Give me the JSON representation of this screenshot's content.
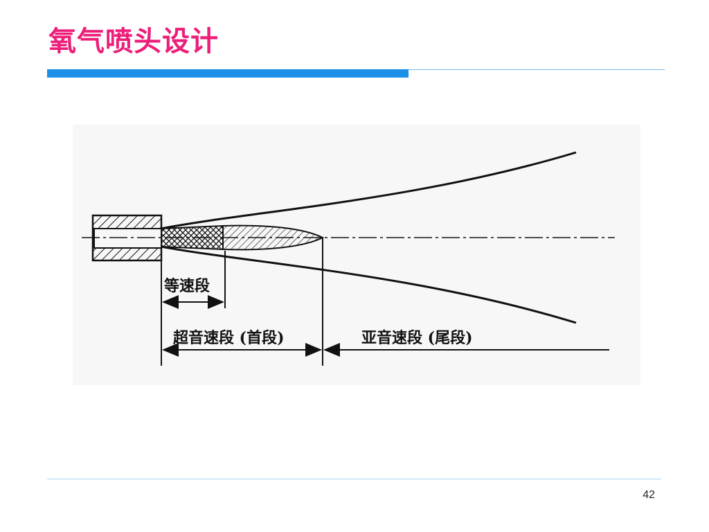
{
  "slide": {
    "title": "氧气喷头设计",
    "page_number": "42"
  },
  "diagram": {
    "label_equal_speed": "等速段",
    "label_supersonic": "超音速段 (首段)",
    "label_subsonic": "亚音速段 (尾段)"
  },
  "colors": {
    "title": "#ec1e79",
    "accent_bar": "#1a90e8",
    "rule": "#a9d4f2"
  }
}
